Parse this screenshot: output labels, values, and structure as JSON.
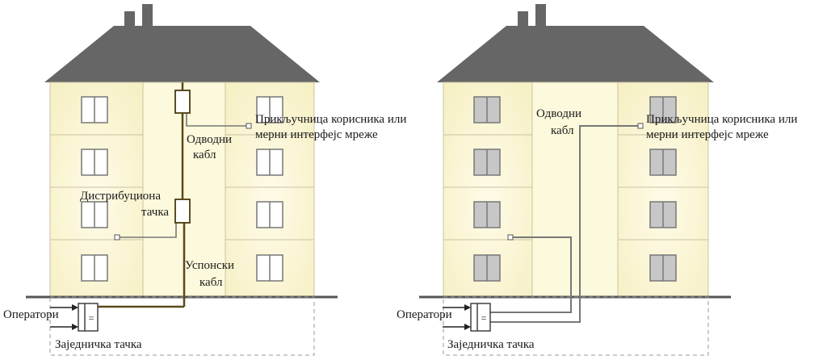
{
  "colors": {
    "roof": "#666666",
    "wall": "#fbf7d4",
    "wall_line": "#c9c3a6",
    "window_left": "#ffffff",
    "window_right": "#c7c7c7",
    "cable_left": "#5a4a1a",
    "cable_right": "#777777",
    "ground": "#555555",
    "dashed": "#999999"
  },
  "left_building": {
    "labels": {
      "subscriber": [
        "Прикључница корисника или",
        "мерни интерфејс мреже"
      ],
      "drop_cable": [
        "Одводни",
        "кабл"
      ],
      "distribution_point": [
        "Дистрибуциона",
        "тачка"
      ],
      "riser_cable": [
        "Успонски",
        "кабл"
      ],
      "operators": "Оператори",
      "common_point": "Заједничка тачка",
      "box_symbol": "="
    }
  },
  "right_building": {
    "labels": {
      "subscriber": [
        "Прикључница корисника или",
        "мерни интерфејс мреже"
      ],
      "drop_cable": [
        "Одводни",
        "кабл"
      ],
      "operators": "Оператори",
      "common_point": "Заједничка тачка",
      "box_symbol": "="
    }
  }
}
